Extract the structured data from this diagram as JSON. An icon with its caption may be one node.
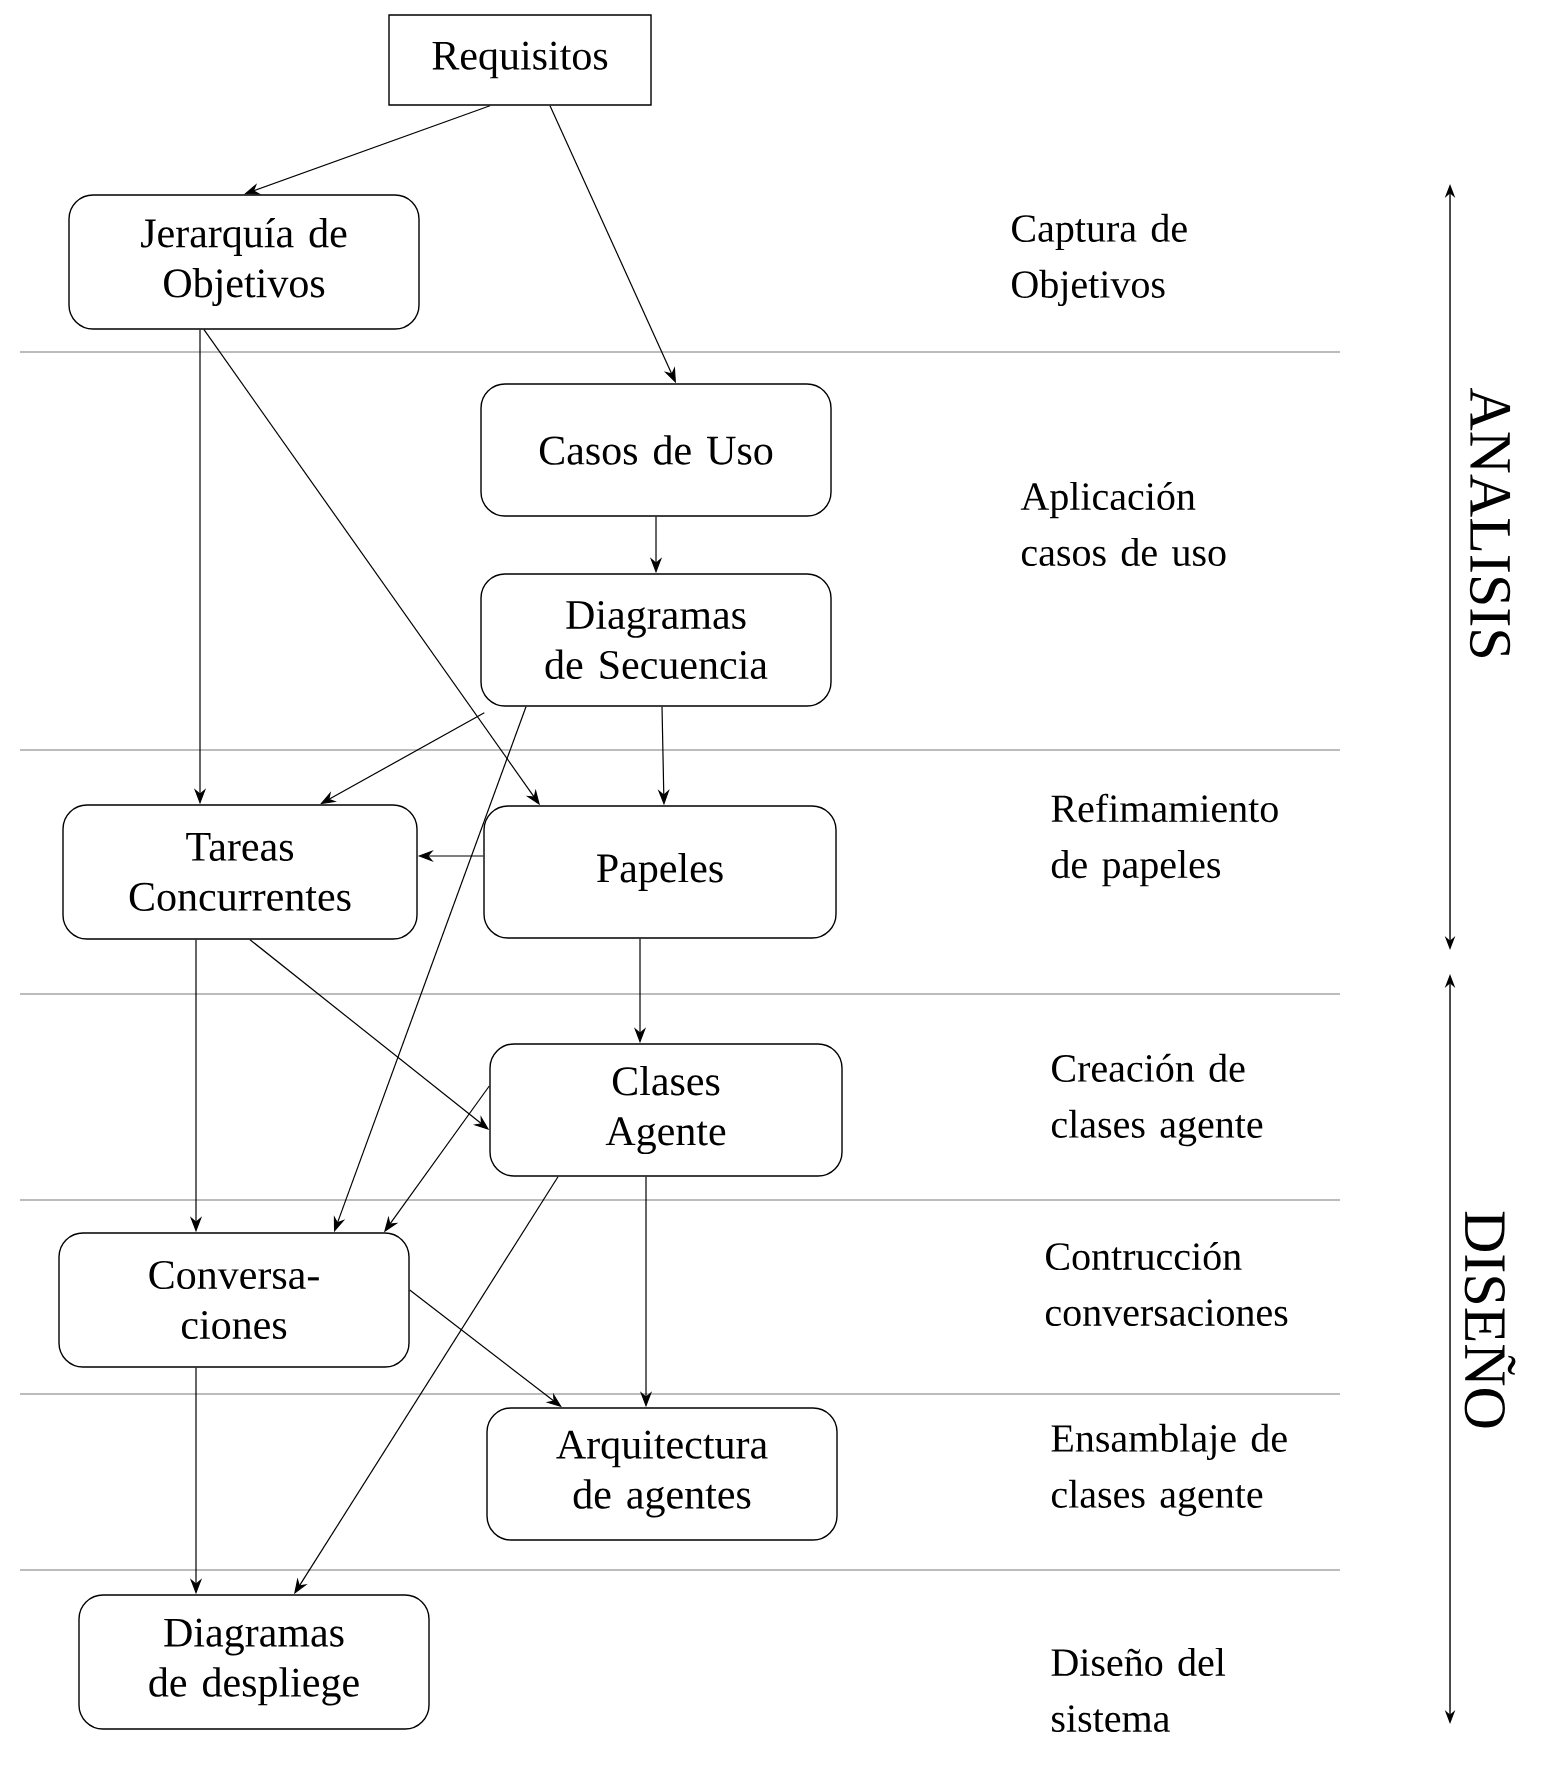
{
  "diagram": {
    "nodes": [
      {
        "text": [
          "Requisitos"
        ]
      },
      {
        "text": [
          "Jerarquía de Objetivos"
        ]
      },
      {
        "text": [
          "Casos de Uso"
        ]
      },
      {
        "text": [
          "Diagramas de Secuencia"
        ]
      },
      {
        "text": [
          "Tareas Concurrentes"
        ]
      },
      {
        "text": [
          "Papeles"
        ]
      },
      {
        "text": [
          "Clases Agente"
        ]
      },
      {
        "text": [
          "Conversa- ciones"
        ]
      },
      {
        "text": [
          "Arquitectura de agentes"
        ]
      },
      {
        "text": [
          "Diagramas de despliege"
        ]
      }
    ],
    "edges": [
      {
        "from": 0,
        "to": 1,
        "arrow": "to"
      },
      {
        "from": 0,
        "to": 2,
        "arrow": "to"
      },
      {
        "from": 1,
        "to": 4,
        "arrow": "to"
      },
      {
        "from": 1,
        "to": 5,
        "arrow": "to"
      },
      {
        "from": 2,
        "to": 3,
        "arrow": "to"
      },
      {
        "from": 3,
        "to": 4,
        "arrow": "to"
      },
      {
        "from": 3,
        "to": 5,
        "arrow": "to"
      },
      {
        "from": 3,
        "to": 7,
        "arrow": "to"
      },
      {
        "from": 5,
        "to": 4,
        "arrow": "to"
      },
      {
        "from": 5,
        "to": 6,
        "arrow": "to"
      },
      {
        "from": 4,
        "to": 6,
        "arrow": "to"
      },
      {
        "from": 4,
        "to": 7,
        "arrow": "to"
      },
      {
        "from": 6,
        "to": 7,
        "arrow": "to"
      },
      {
        "from": 6,
        "to": 9,
        "arrow": "to"
      },
      {
        "from": 6,
        "to": 8,
        "arrow": "to"
      },
      {
        "from": 7,
        "to": 8,
        "arrow": "to"
      },
      {
        "from": 7,
        "to": 9,
        "arrow": "to"
      }
    ],
    "labels": [
      "Captura de Objetivos",
      "Aplicación casos de uso",
      "ANALISIS",
      "Refimamiento de papeles",
      "Creación de clases agente",
      "Contrucción conversaciones",
      "DISEÑO",
      "Ensamblaje de clases agente",
      "Diseño del sistema"
    ]
  }
}
